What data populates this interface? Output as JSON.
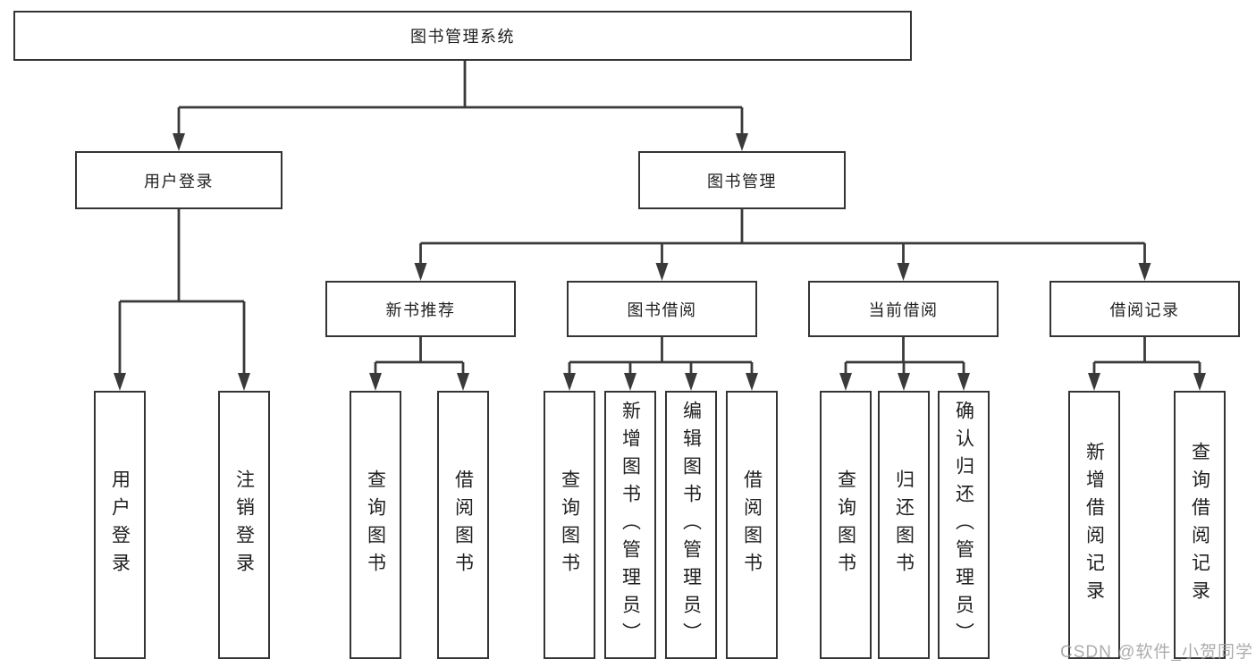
{
  "colors": {
    "background": "#ffffff",
    "line": "#3a3a3a",
    "box_border": "#343434",
    "box_fill": "#ffffff",
    "text": "#1f1f1f",
    "watermark": "#9e9e9e"
  },
  "watermark": {
    "text": "CSDN @软件_小贺同学"
  },
  "tree": {
    "root": "图书管理系统",
    "children": [
      {
        "label": "用户登录",
        "children": [
          "用户登录",
          "注销登录"
        ]
      },
      {
        "label": "图书管理",
        "children": [
          {
            "label": "新书推荐",
            "children": [
              "查询图书",
              "借阅图书"
            ]
          },
          {
            "label": "图书借阅",
            "children": [
              "查询图书",
              "新增图书（管理员）",
              "编辑图书（管理员）",
              "借阅图书"
            ]
          },
          {
            "label": "当前借阅",
            "children": [
              "查询图书",
              "归还图书",
              "确认归还（管理员）"
            ]
          },
          {
            "label": "借阅记录",
            "children": [
              "新增借阅记录",
              "查询借阅记录"
            ]
          }
        ]
      }
    ]
  }
}
